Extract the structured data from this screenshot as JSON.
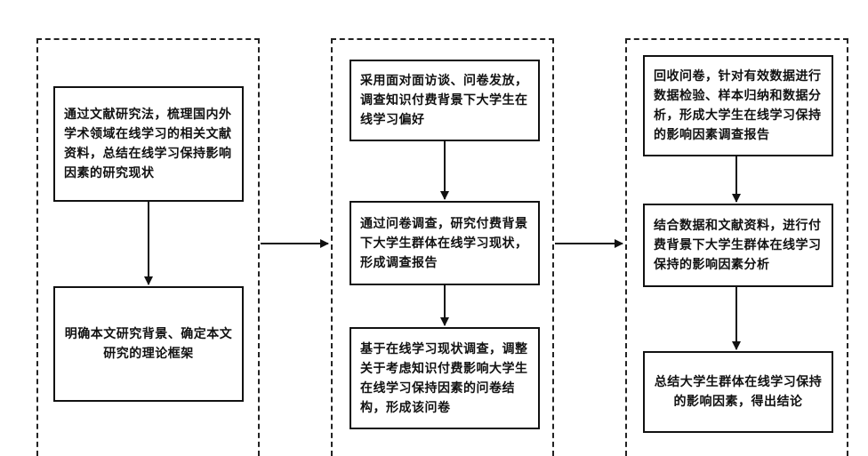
{
  "columns": [
    {
      "boxes": [
        "通过文献研究法，梳理国内外学术领域在线学习的相关文献资料，总结在线学习保持影响因素的研究现状",
        "明确本文研究背景、确定本文研究的理论框架"
      ]
    },
    {
      "boxes": [
        "采用面对面访谈、问卷发放，调查知识付费背景下大学生在线学习偏好",
        "通过问卷调查，研究付费背景下大学生群体在线学习现状，形成调查报告",
        "基于在线学习现状调查，调整关于考虑知识付费影响大学生在线学习保持因素的问卷结构，形成该问卷"
      ]
    },
    {
      "boxes": [
        "回收问卷，针对有效数据进行数据检验、样本归纳和数据分析，形成大学生在线学习保持的影响因素调查报告",
        "结合数据和文献资料，进行付费背景下大学生群体在线学习保持的影响因素分析",
        "总结大学生群体在线学习保持的影响因素，得出结论"
      ]
    }
  ]
}
